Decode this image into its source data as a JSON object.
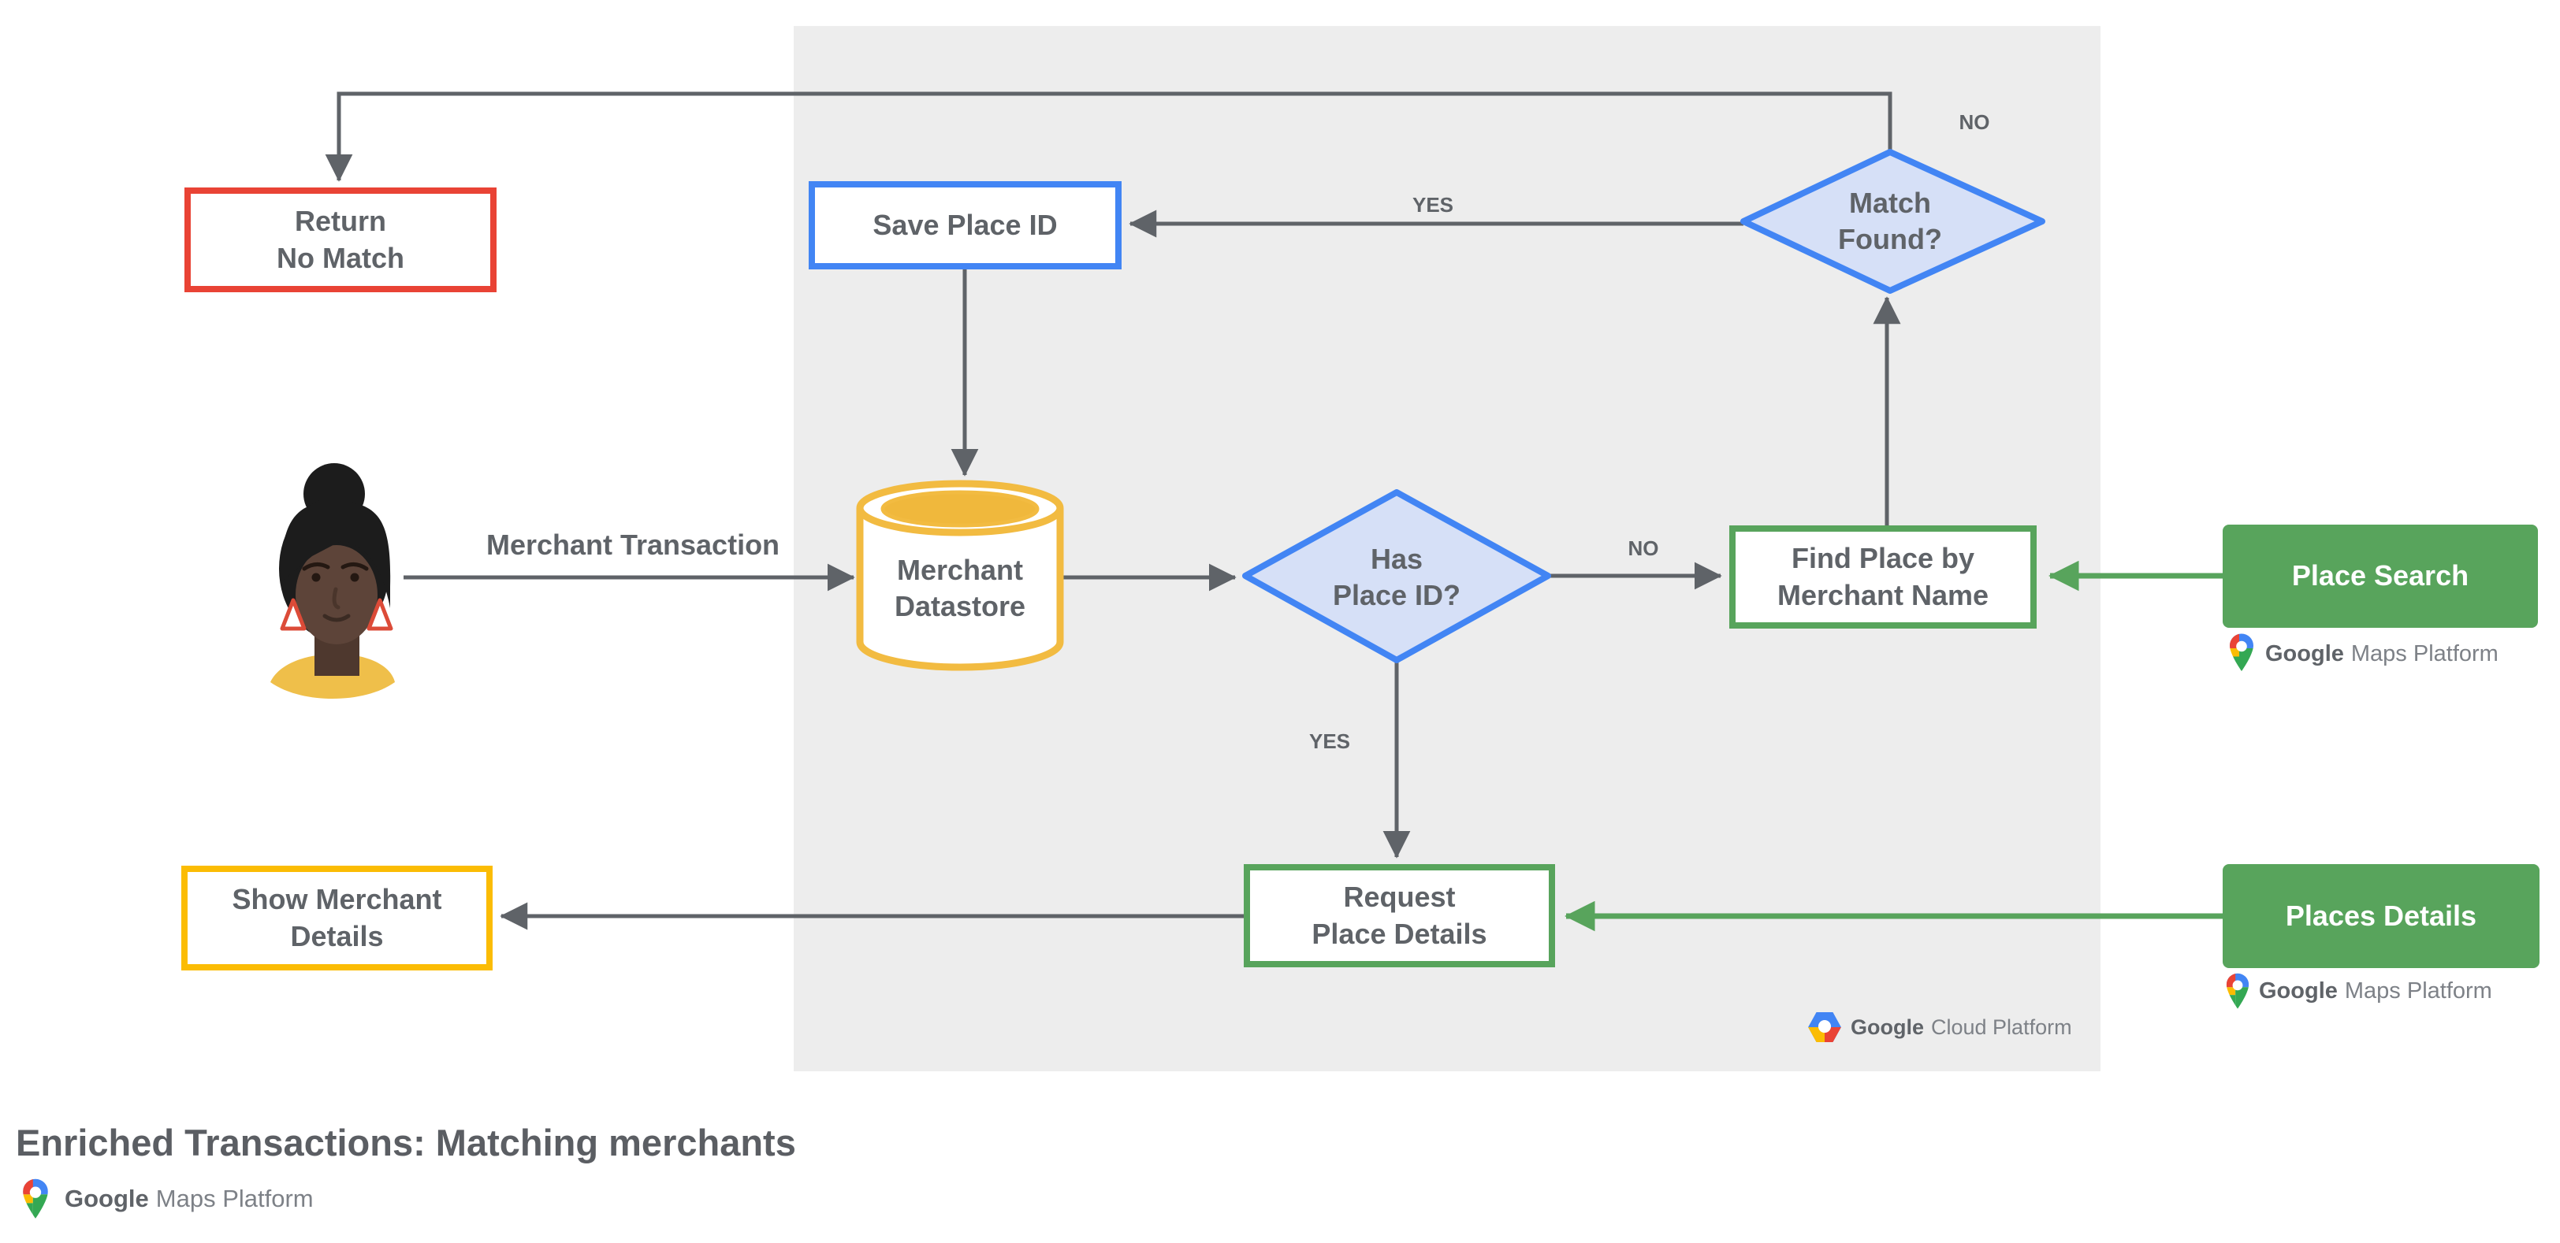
{
  "title": "Enriched Transactions: Matching merchants",
  "nodes": {
    "return_no_match": "Return\nNo Match",
    "save_place_id": "Save Place ID",
    "merchant_datastore": "Merchant\nDatastore",
    "has_place_id": "Has\nPlace ID?",
    "match_found": "Match\nFound?",
    "find_place_by_merchant_name": "Find Place by\nMerchant Name",
    "request_place_details": "Request\nPlace Details",
    "show_merchant_details": "Show Merchant\nDetails",
    "place_search": "Place Search",
    "places_details": "Places Details"
  },
  "edge_labels": {
    "match_found_no": "NO",
    "match_found_yes": "YES",
    "has_place_id_no": "NO",
    "has_place_id_yes": "YES"
  },
  "flow_labels": {
    "merchant_transaction": "Merchant Transaction"
  },
  "logos": {
    "google": "Google",
    "maps_platform": "Maps Platform",
    "cloud_platform": "Cloud Platform"
  },
  "colors": {
    "red": "#E94335",
    "blue": "#4285F4",
    "blue_fill": "#D6E0F7",
    "yellow": "#FBBC04",
    "cylinder_yellow": "#F2BB41",
    "cylinder_inner_fill": "#F0B83C",
    "green": "#58A45C",
    "line_grey": "#5F6368",
    "text_grey": "#5F6368",
    "logo_light_grey": "#7D8187",
    "panel_bg": "#EDEDED"
  }
}
